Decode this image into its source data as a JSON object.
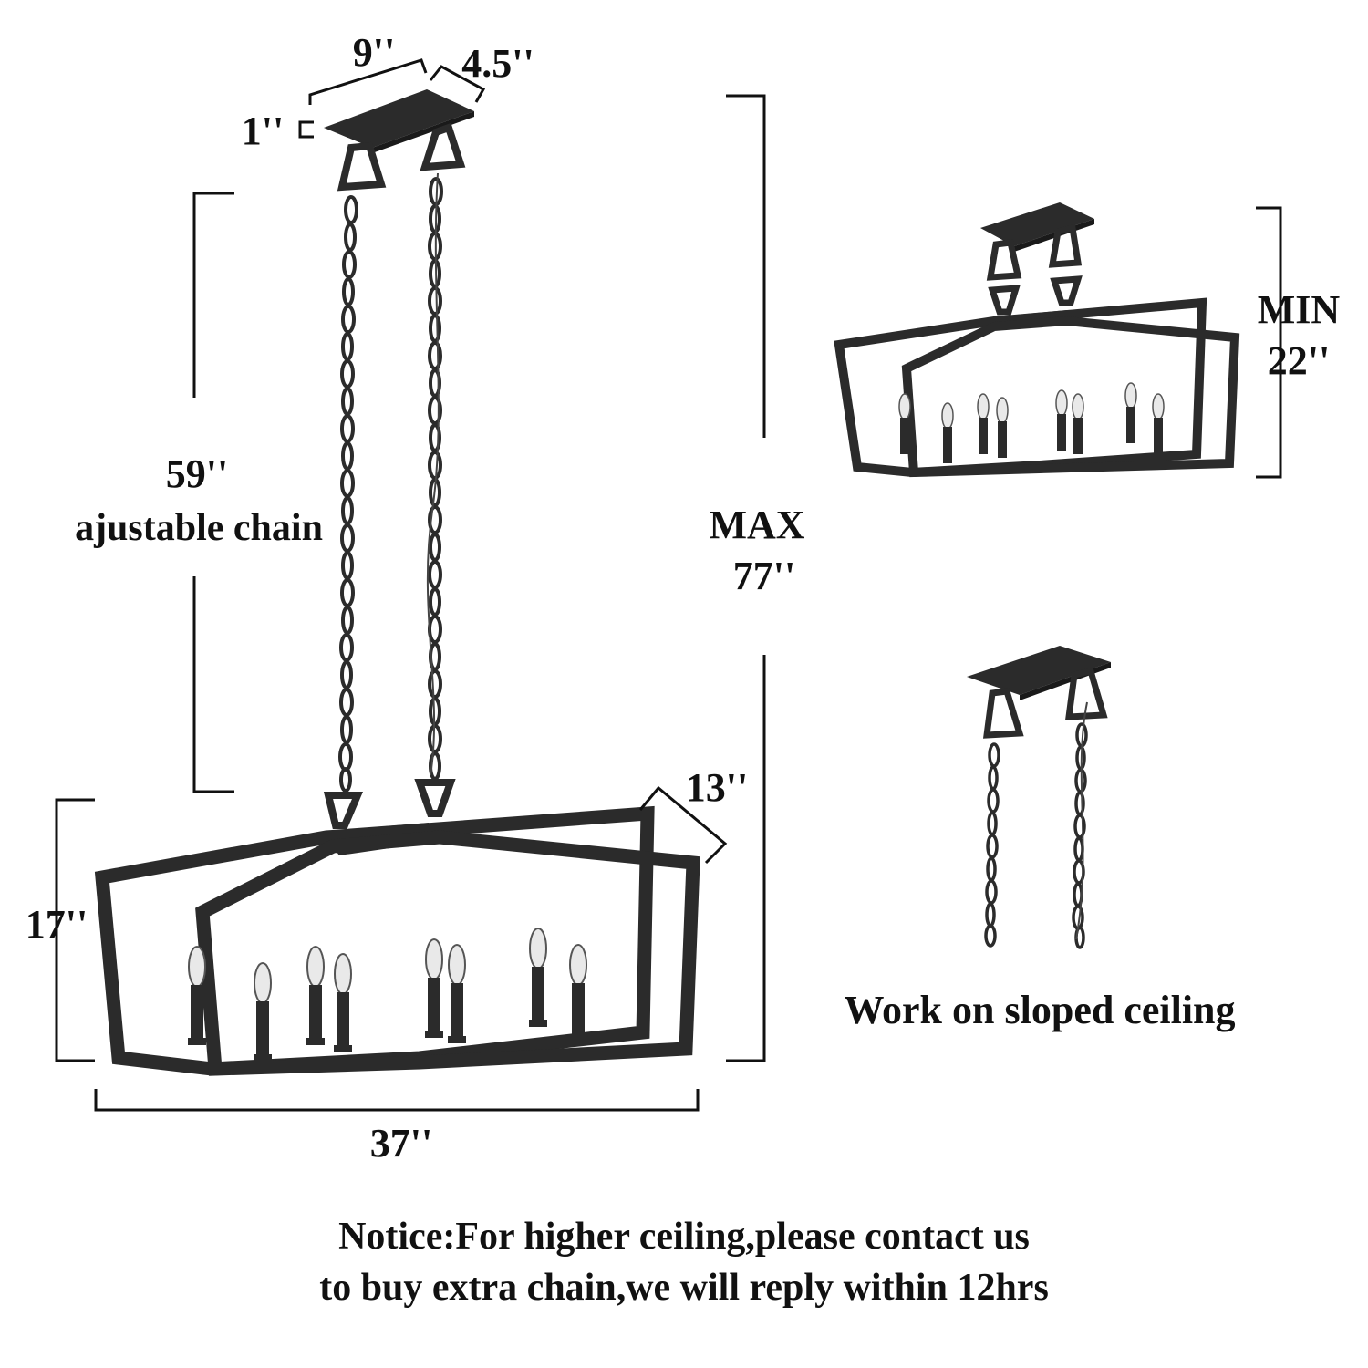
{
  "dimensions": {
    "canopy_length": "9''",
    "canopy_width": "4.5''",
    "canopy_height": "1''",
    "chain_length": "59''",
    "chain_note": "ajustable chain",
    "max_label": "MAX",
    "max_height": "77''",
    "frame_width": "13''",
    "frame_height": "17''",
    "frame_length": "37''",
    "min_label": "MIN",
    "min_height": "22''"
  },
  "sloped_caption": "Work on sloped ceiling",
  "notice": {
    "line1": "Notice:For higher ceiling,please contact us",
    "line2": "to buy extra chain,we will reply within 12hrs"
  },
  "colors": {
    "metal": "#2b2b2b",
    "text": "#111111",
    "bulb": "#e9e9e9"
  },
  "bulb_count": 8
}
